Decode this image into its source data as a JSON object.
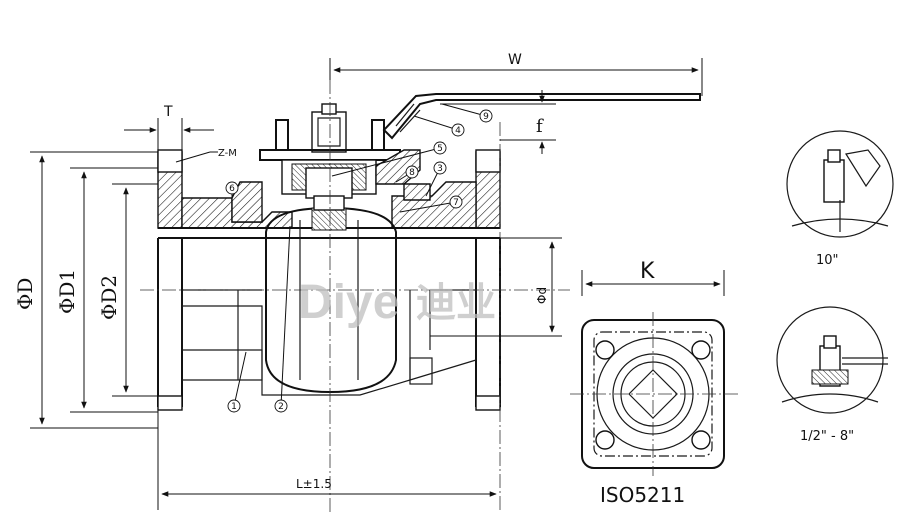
{
  "dimensions": {
    "diameter_D": "ΦD",
    "diameter_D1": "ΦD1",
    "diameter_D2": "ΦD2",
    "thickness_T": "T",
    "bolt_holes": "Z-M",
    "handle_width": "W",
    "handle_height": "f",
    "bore": "Φd",
    "length": "L±1.5",
    "flange_square": "K"
  },
  "standard_label": "ISO5211",
  "watermark": {
    "latin": "Diye",
    "chinese": "迪业"
  },
  "detail_views": [
    {
      "label": "10\""
    },
    {
      "label": "1/2\" - 8\""
    }
  ],
  "part_callouts": [
    "1",
    "2",
    "3",
    "4",
    "5",
    "6",
    "7",
    "8",
    "9"
  ]
}
